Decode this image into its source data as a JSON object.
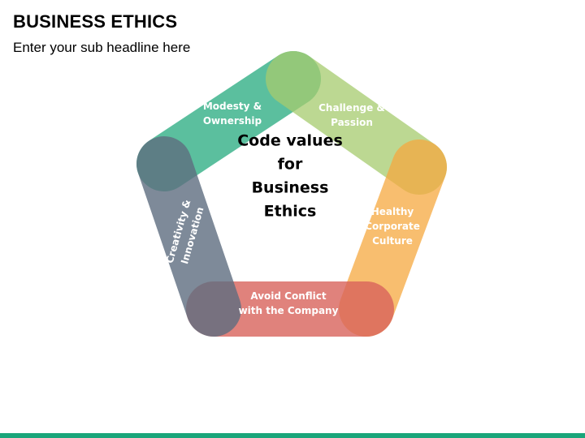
{
  "header": {
    "title": "BUSINESS ETHICS",
    "subtitle": "Enter your sub headline here"
  },
  "diagram": {
    "center": [
      "Code values",
      "for",
      "Business",
      "Ethics"
    ],
    "segments": [
      {
        "lines": [
          "Modesty &",
          "Ownership"
        ],
        "color": "#3fb58e"
      },
      {
        "lines": [
          "Challenge &",
          "Passion"
        ],
        "color": "#a6cc6e"
      },
      {
        "lines": [
          "Healthy",
          "Corporate",
          "Culture"
        ],
        "color": "#f6a940"
      },
      {
        "lines": [
          "Avoid Conflict",
          "with the Company"
        ],
        "color": "#d9645c"
      },
      {
        "lines": [
          "Creativity &",
          "Innovation"
        ],
        "color": "#5e6e80"
      }
    ]
  },
  "colors": {
    "accent_bar": "#1aa57a"
  }
}
